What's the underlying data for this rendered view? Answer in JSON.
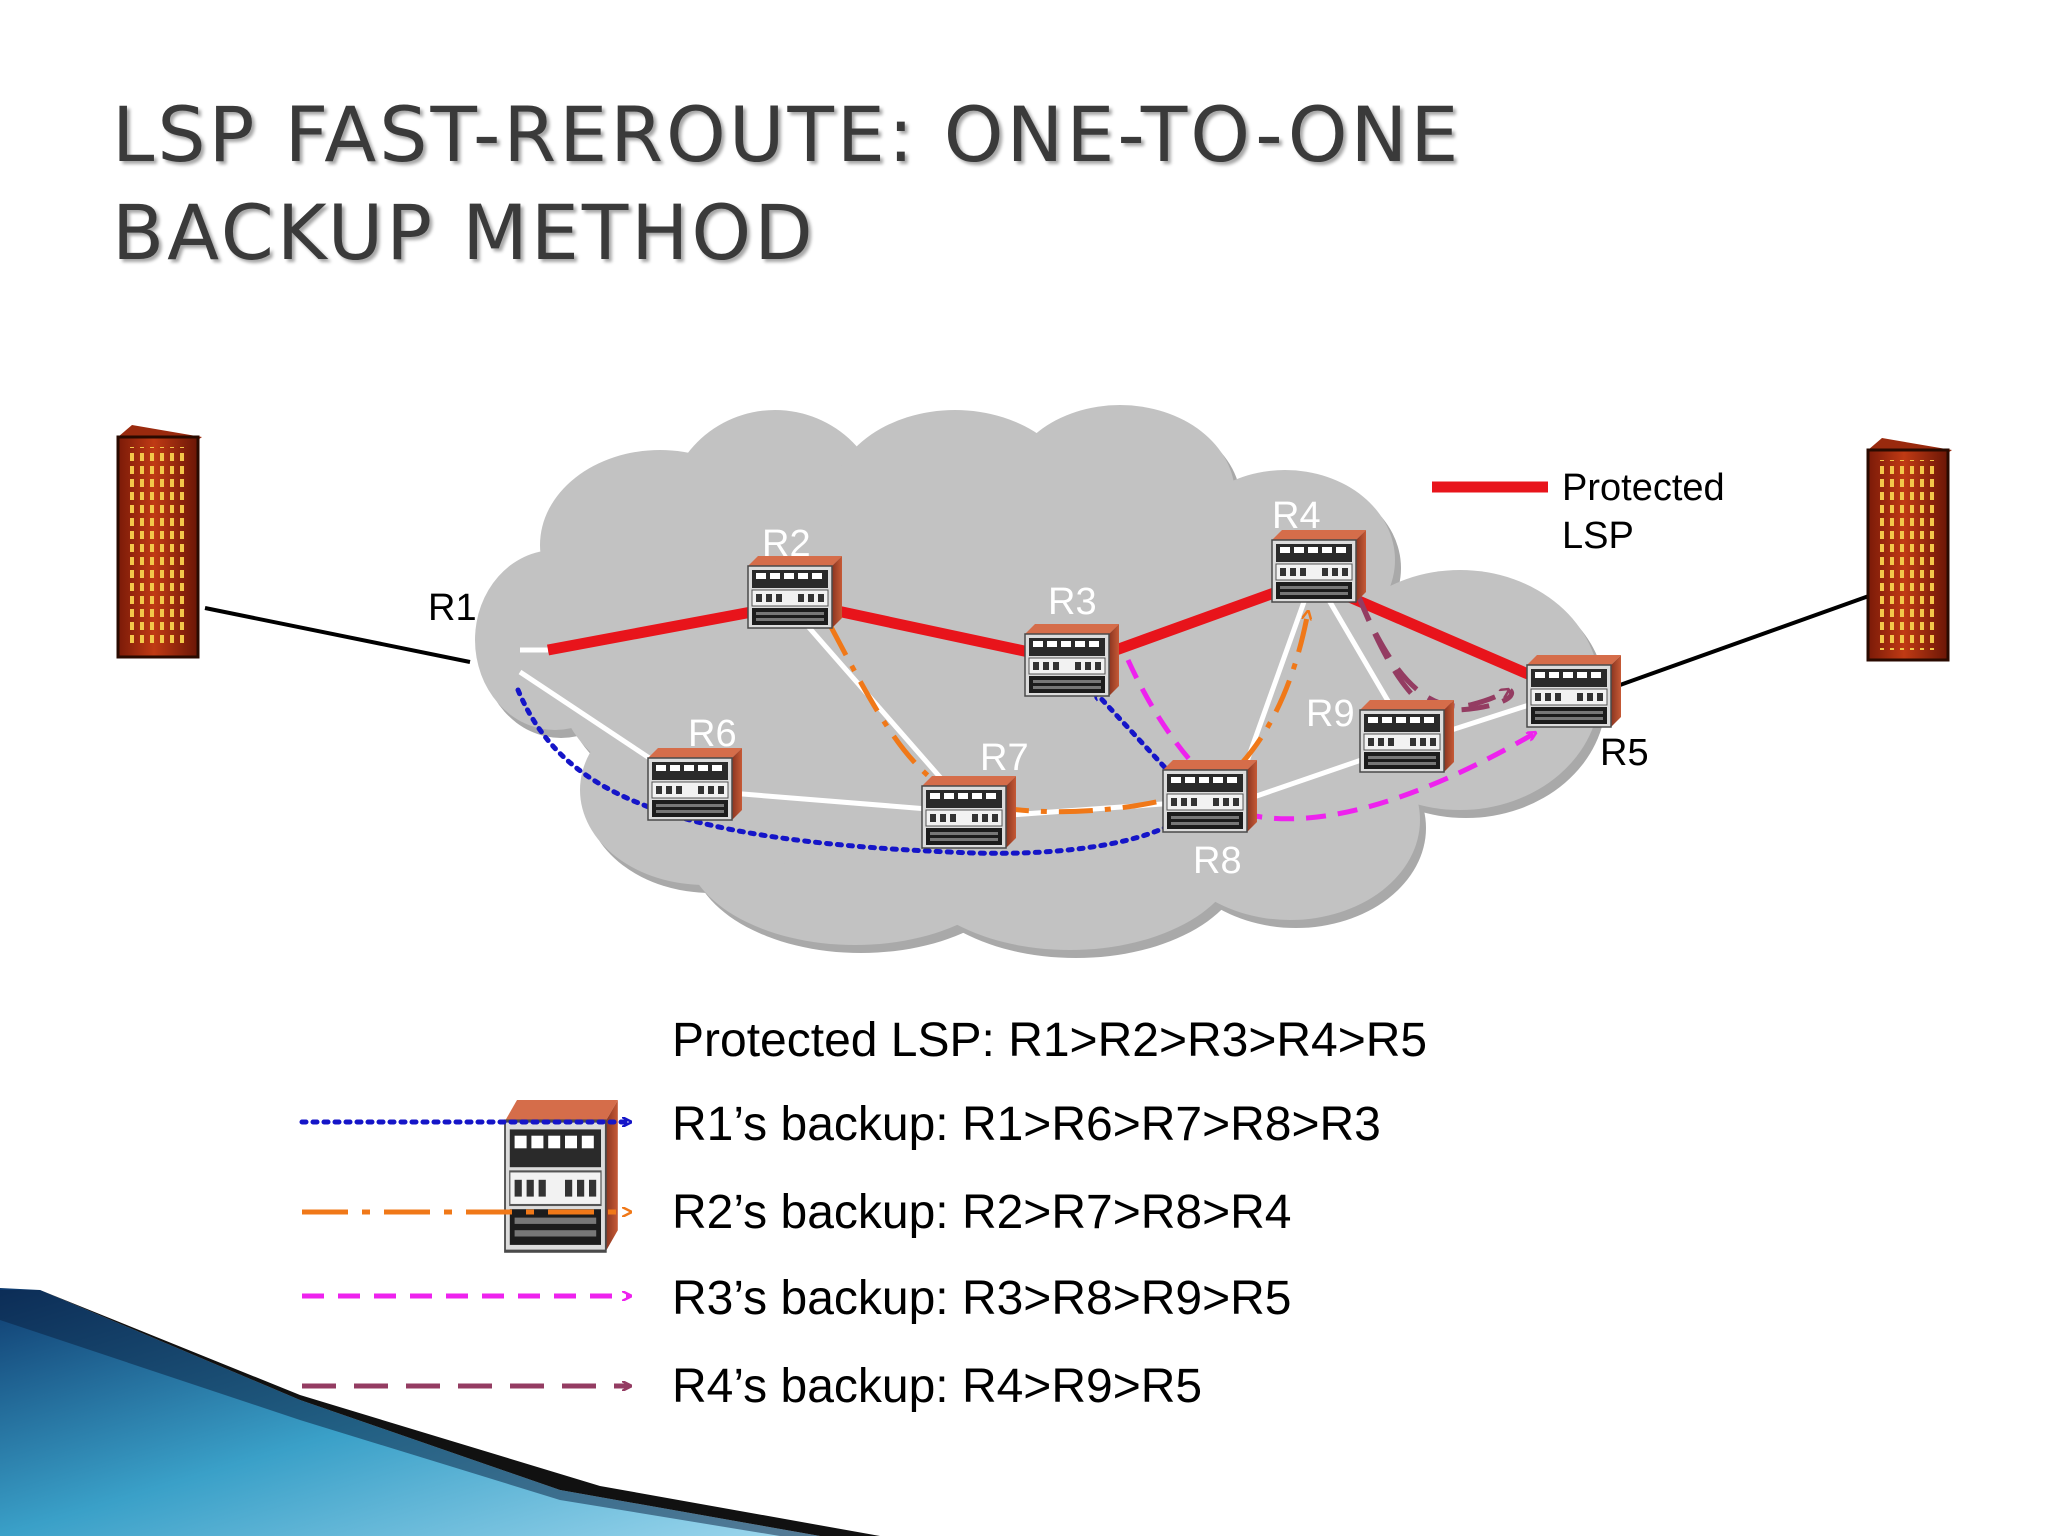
{
  "title": {
    "line1": "LSP FAST-REROUTE: ONE-TO-ONE",
    "line2": "BACKUP METHOD"
  },
  "nodes": {
    "r1": "R1",
    "r2": "R2",
    "r3": "R3",
    "r4": "R4",
    "r5": "R5",
    "r6": "R6",
    "r7": "R7",
    "r8": "R8",
    "r9": "R9"
  },
  "legend_key": {
    "protected_line1": "Protected",
    "protected_line2": "LSP"
  },
  "legend": {
    "protected": "Protected LSP: R1>R2>R3>R4>R5",
    "r1_backup": "R1’s backup: R1>R6>R7>R8>R3",
    "r2_backup": "R2’s backup: R2>R7>R8>R4",
    "r3_backup": "R3’s backup: R3>R8>R9>R5",
    "r4_backup": "R4’s backup: R4>R9>R5"
  },
  "colors": {
    "protected_lsp": "#e8141b",
    "r1_backup": "#1515c8",
    "r2_backup": "#f07818",
    "r3_backup": "#ee22ee",
    "r4_backup": "#943c62",
    "cloud": "#c2c2c2",
    "accent_teal": "#3aa0c8"
  },
  "icons": [
    "building-icon",
    "router-icon"
  ]
}
